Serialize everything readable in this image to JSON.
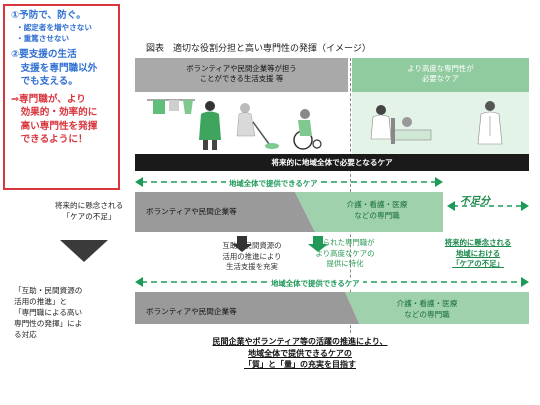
{
  "callout": {
    "point1_title": "①予防で、防ぐ。",
    "point1_items": [
      "・認定者を増やさない",
      "・重篤させない"
    ],
    "point2_lines": [
      "②要支援の生活",
      "　支援を専門職以外",
      "　でも支える。"
    ],
    "point3_lines": [
      "⇒専門職が、より",
      "　効果的・効率的に",
      "　高い専門性を発揮",
      "　できるように！"
    ]
  },
  "figure_title": "図表　適切な役割分担と高い専門性の発揮（イメージ）",
  "header": {
    "left_lines": [
      "ボランティアや民間企業等が担う",
      "ことができる生活支援 等"
    ],
    "right_lines": [
      "より高度な専門性が",
      "必要なケア"
    ]
  },
  "black_bar_label": "将来的に地域全体で必要となるケア",
  "section1": {
    "side_label_lines": [
      "将来的に懸念される",
      "「ケアの不足」"
    ],
    "band_label": "地域全体で提供できるケア",
    "left_box_label": "ボランティアや民間企業等",
    "right_box_lines": [
      "介護・看護・医療",
      "などの専門職"
    ],
    "shortage_label": "不足分",
    "shortage_note_lines": [
      "将来的に懸念される",
      "地域における",
      "「ケアの不足」"
    ],
    "gray_note_lines": [
      "互助・民間資源の",
      "活用の推進により",
      "生活支援を充実"
    ],
    "green_note_lines": [
      "限られた専門職が",
      "より高度なケアの",
      "提供に特化"
    ]
  },
  "section2": {
    "side_label_lines": [
      "「互助・民間資源の",
      "活用の推進」と",
      "「専門職による高い",
      "専門性の発揮」によ",
      "る対応"
    ],
    "band_label": "地域全体で提供できるケア",
    "left_box_label": "ボランティアや民間企業等",
    "right_box_lines": [
      "介護・看護・医療",
      "などの専門職"
    ]
  },
  "bottom_lines": [
    "民間企業やボランティア等の活躍の推進により、",
    "地域全体で提供できるケアの",
    "「質」と「量」の充実を目指す"
  ],
  "colors": {
    "red": "#d9363e",
    "blue": "#2f6fd1",
    "green": "#1d9a58",
    "light_green": "#8fcb9f",
    "gray": "#a9a9a9"
  }
}
